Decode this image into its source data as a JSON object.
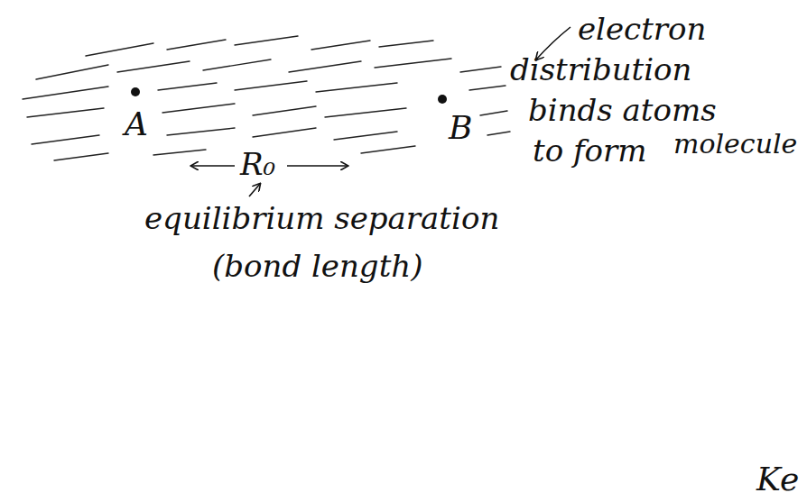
{
  "diagram": {
    "labels": [
      "electron distribution binds atoms to form molecule",
      "A",
      "B",
      "R₀",
      "equilibrium separation (bond length)",
      "Ke"
    ]
  }
}
